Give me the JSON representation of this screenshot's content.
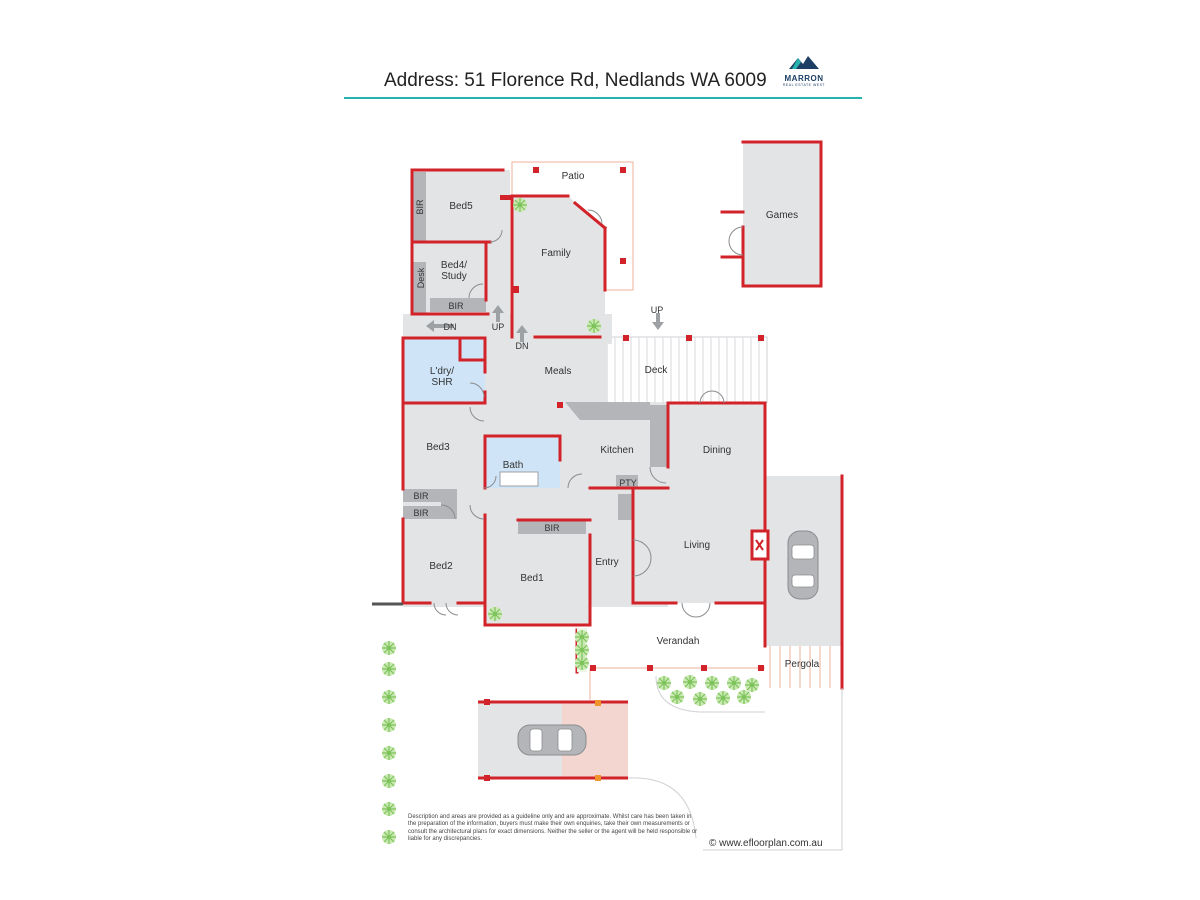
{
  "header": {
    "address": "Address: 51 Florence Rd, Nedlands WA 6009",
    "logo_word": "MARRON",
    "logo_sub": "REAL ESTATE WEST"
  },
  "colors": {
    "wall": "#d2232a",
    "floor": "#e2e4e6",
    "wet_area": "#cfe5f7",
    "built_in": "#b3b5b8",
    "accent_rule": "#27b3ad",
    "hatching": "#f2b19a"
  },
  "rooms": {
    "patio": "Patio",
    "bed5": "Bed5",
    "bir_bed5": "BIR",
    "family": "Family",
    "games": "Games",
    "bed4_line1": "Bed4/",
    "bed4_line2": "Study",
    "desk": "Desk",
    "bir_bed4": "BIR",
    "dn_hall": "DN",
    "up_hall": "UP",
    "dn_family": "DN",
    "up_deck": "UP",
    "laundry_line1": "L'dry/",
    "laundry_line2": "SHR",
    "meals": "Meals",
    "deck": "Deck",
    "bed3": "Bed3",
    "bath": "Bath",
    "kitchen": "Kitchen",
    "pty": "PTY",
    "dining": "Dining",
    "bir_bed3": "BIR",
    "bir_bed2": "BIR",
    "bir_bed1": "BIR",
    "bed2": "Bed2",
    "bed1": "Bed1",
    "entry": "Entry",
    "living": "Living",
    "verandah": "Verandah",
    "pergola": "Pergola"
  },
  "icons": [
    "tree-icon",
    "car-icon",
    "fireplace-icon",
    "stairs-arrow-icon",
    "door-swing-icon"
  ],
  "footer": {
    "disclaimer": "Description and areas are provided as a guideline only and are approximate. Whilst care has been taken in the preparation of the information, buyers must make their own enquiries, take their own measurements or consult the architectural plans for exact dimensions. Neither the seller or the agent will be held responsible or liable for any discrepancies.",
    "credit": "© www.efloorplan.com.au"
  }
}
